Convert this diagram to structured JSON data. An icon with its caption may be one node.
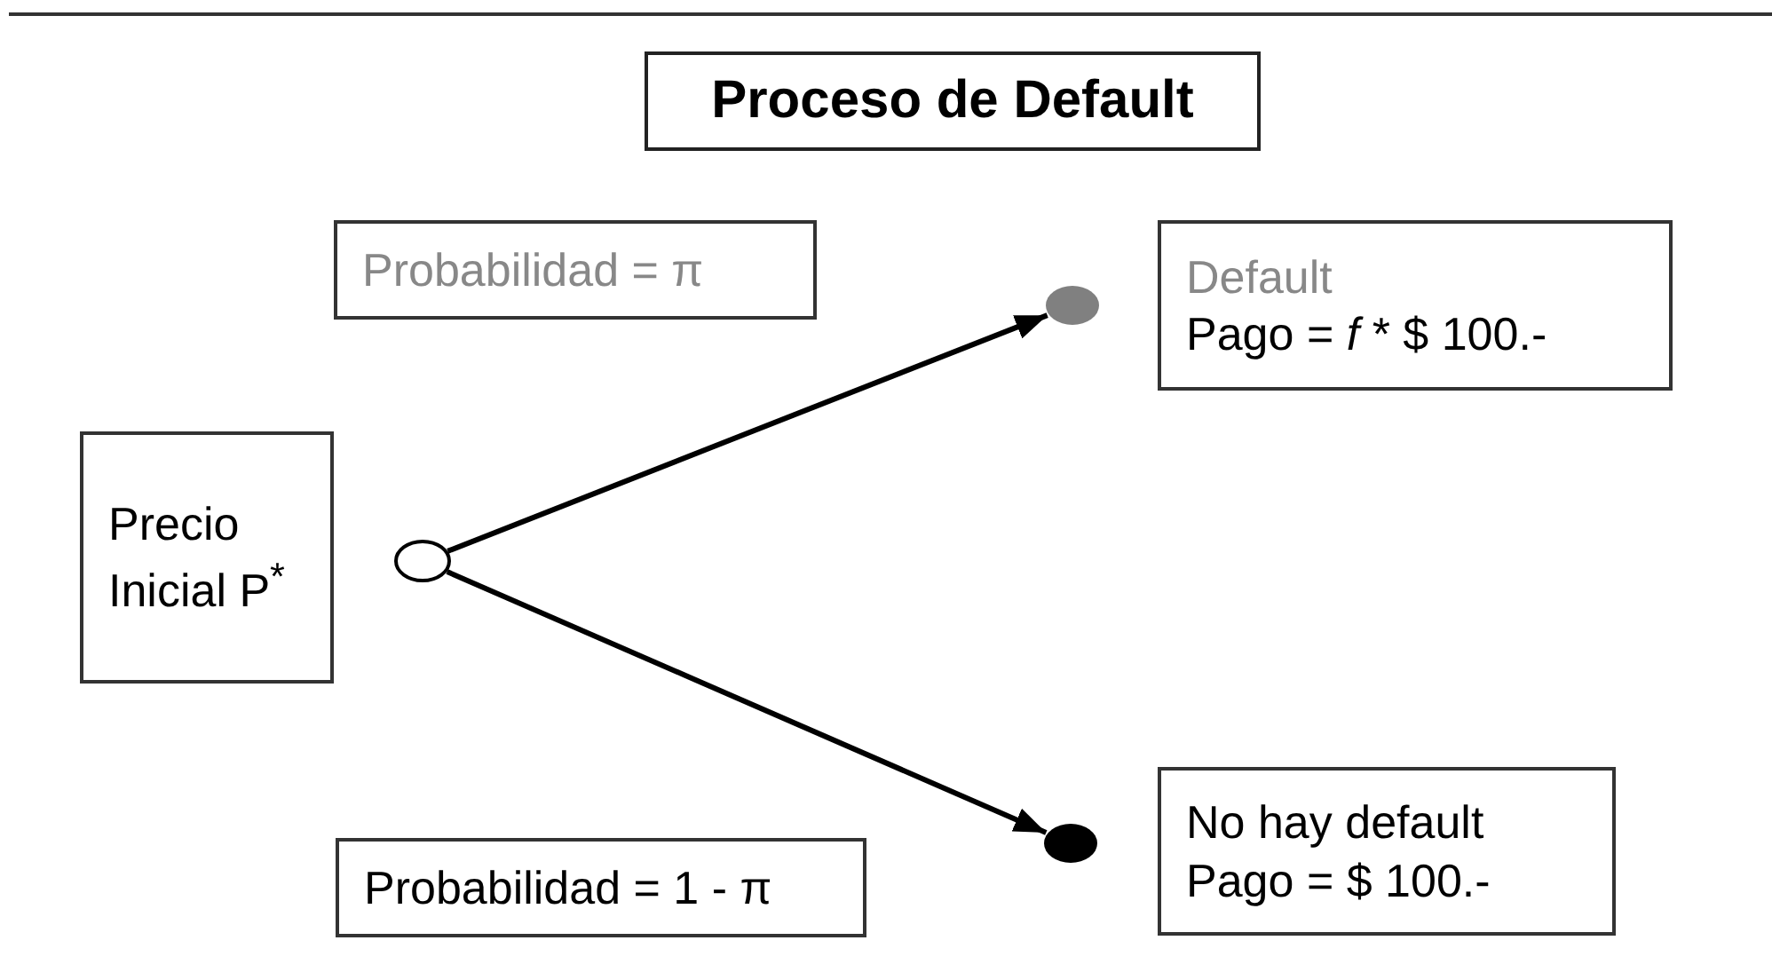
{
  "diagram": {
    "title": "Proceso de Default",
    "nodes": [
      {
        "text": [
          "Probabilidad = π"
        ]
      },
      {
        "text": [],
        "shape": "circle"
      },
      {
        "text": [
          "Default",
          "Pago = *f* * $ 100.-"
        ]
      },
      {
        "text": [
          "Precio Inicial P$^{*}$"
        ]
      },
      {
        "text": [],
        "shape": "circle"
      },
      {
        "text": [],
        "shape": "circle"
      },
      {
        "text": [
          "No hay default",
          "Pago = $ 100.-"
        ]
      },
      {
        "text": [
          "Probabilidad = 1 - π"
        ]
      }
    ],
    "edges": [
      {
        "from": 4,
        "to": 1,
        "arrow": "to"
      },
      {
        "from": 4,
        "to": 5,
        "arrow": "to"
      }
    ]
  }
}
